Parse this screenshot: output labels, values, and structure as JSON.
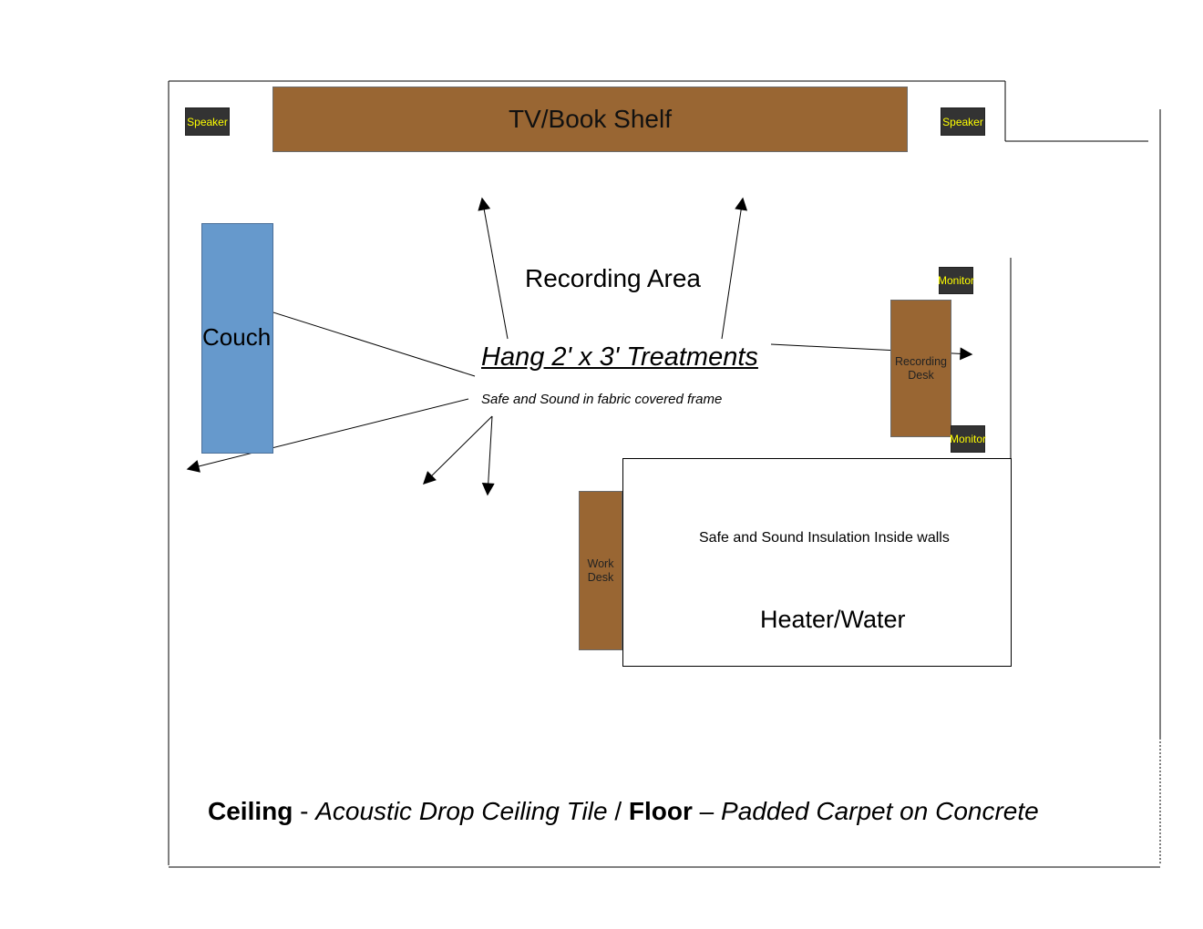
{
  "furniture": {
    "shelf_label": "TV/Book Shelf",
    "speaker_left": "Speaker",
    "speaker_right": "Speaker",
    "couch_label": "Couch",
    "monitor_top": "Monitor",
    "monitor_bottom": "Monitor",
    "recording_desk": "Recording\nDesk",
    "work_desk": "Work\nDesk"
  },
  "areas": {
    "recording_area": "Recording Area",
    "heater_water": "Heater/Water"
  },
  "notes": {
    "treatments": "Hang 2' x 3' Treatments",
    "fabric_frame": "Safe and Sound in fabric covered frame",
    "insulation": "Safe and Sound Insulation Inside walls"
  },
  "footer": {
    "ceiling_label": "Ceiling",
    "sep1": " - ",
    "ceiling_value": "Acoustic Drop Ceiling Tile",
    "sep2": " / ",
    "floor_label": "Floor",
    "sep3": " – ",
    "floor_value": "Padded Carpet on Concrete"
  },
  "colors": {
    "wood": "#996633",
    "couch": "#6699cc",
    "device": "#333333",
    "device_text": "#ffff00"
  }
}
